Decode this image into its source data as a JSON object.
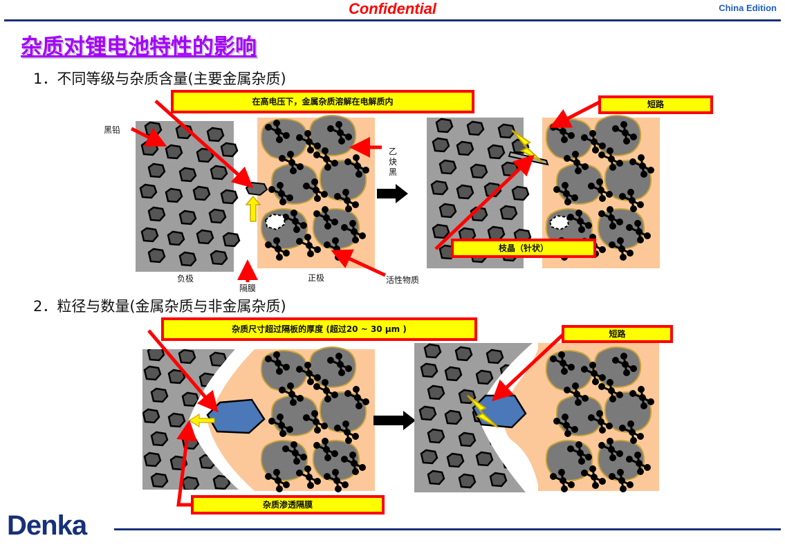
{
  "header": {
    "confidential": "Confidential",
    "edition": "China Edition"
  },
  "title": "杂质对锂电池特性的影响",
  "section1": {
    "heading": "1．不同等级与杂质含量(主要金属杂质)",
    "callout_top": "在高电压下，金属杂质溶解在电解质内",
    "callout_short": "短路",
    "callout_dendrite": "枝晶（针状）",
    "label_graphite": "黑铅",
    "label_acetylene": "乙炔黑",
    "label_negative": "负极",
    "label_separator": "隔膜",
    "label_positive": "正极",
    "label_active": "活性物质"
  },
  "section2": {
    "heading": "2．粒径与数量(金属杂质与非金属杂质)",
    "callout_top": "杂质尺寸超过隔板的厚度 (超过20 ~ 30 μm )",
    "callout_short": "短路",
    "callout_penetrate": "杂质渗透隔膜"
  },
  "footer": {
    "logo": "Denka"
  },
  "colors": {
    "accent_red": "#ff0000",
    "callout_fill": "#ffff00",
    "title_purple": "#a500ff",
    "brand_navy": "#17307a",
    "anode_gray": "#9e9e9e",
    "cathode_peach": "#fcc89a",
    "impurity_blue": "#4a78b8"
  }
}
